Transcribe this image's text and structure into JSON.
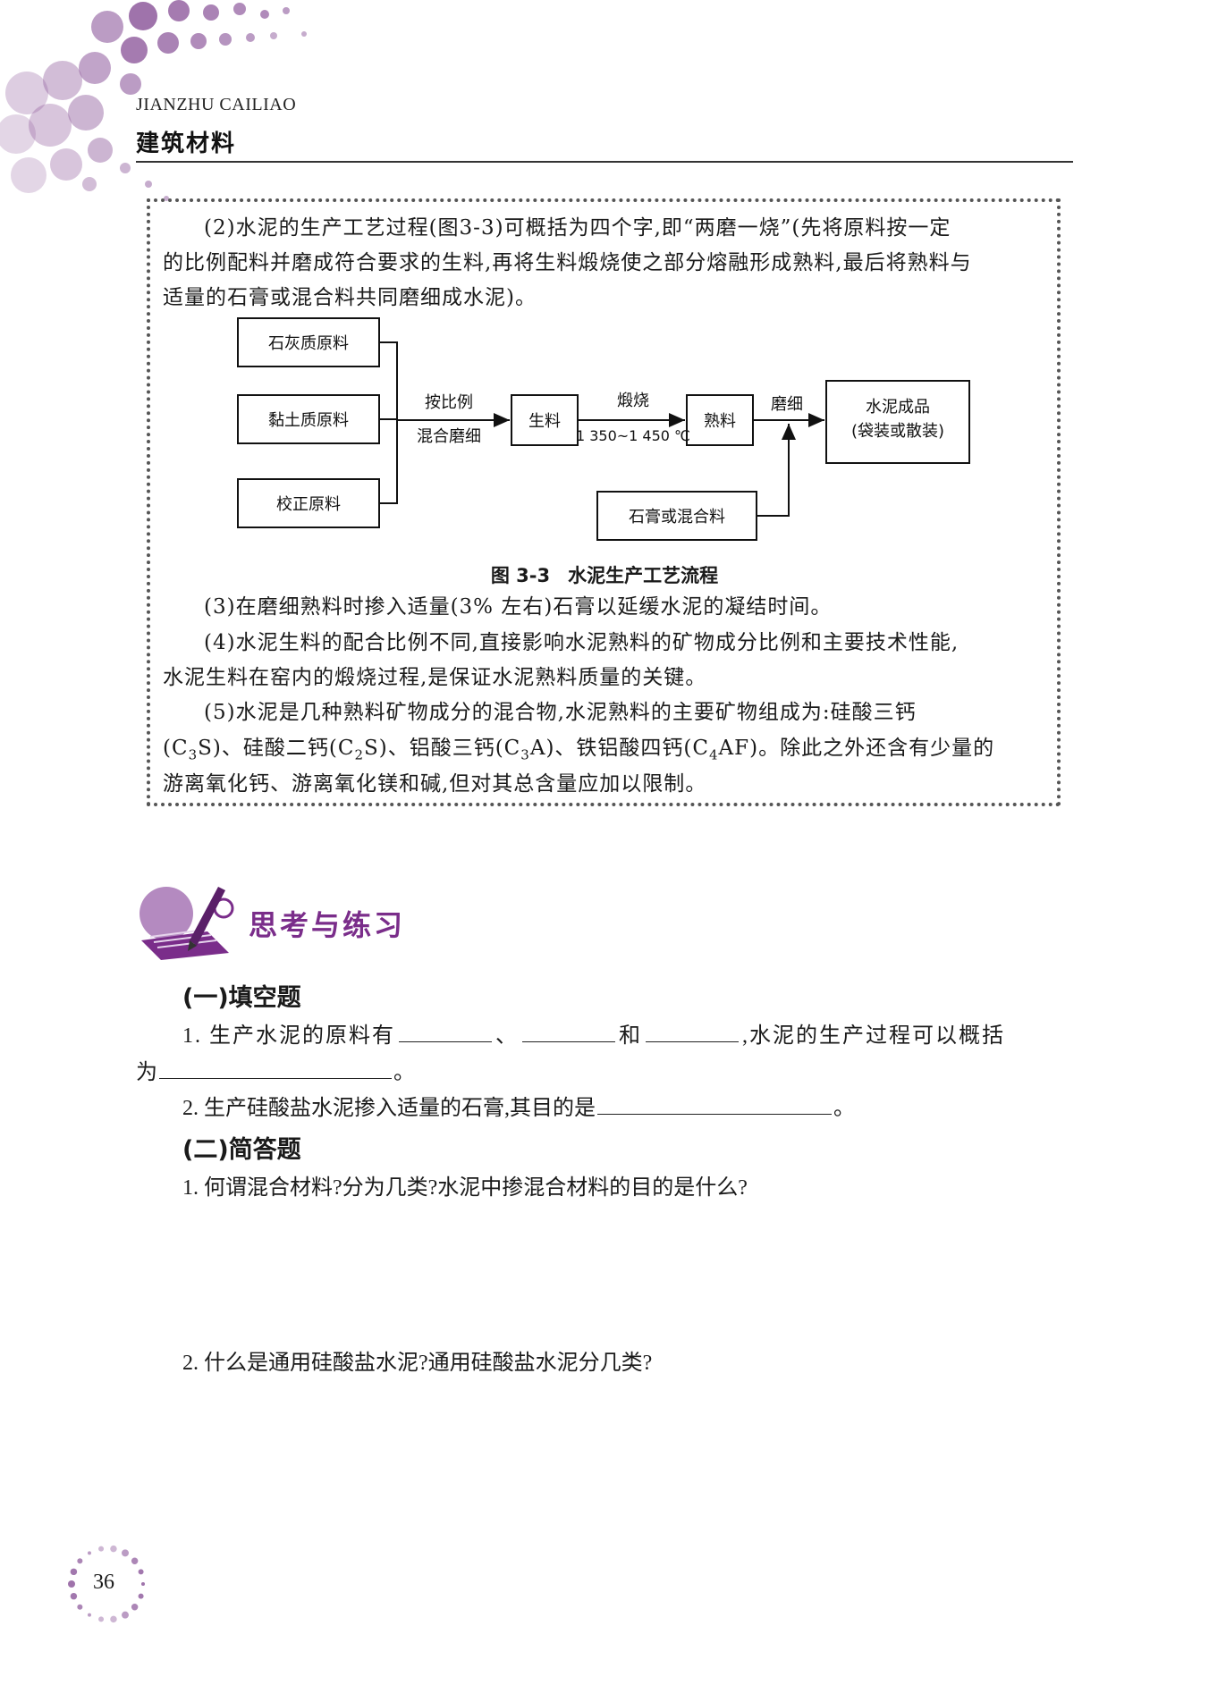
{
  "header": {
    "title_en": "JIANZHU CAILIAO",
    "title_cn": "建筑材料"
  },
  "box": {
    "p2": {
      "line1": "(2)水泥的生产工艺过程(图3-3)可概括为四个字,即“两磨一烧”(先将原料按一定",
      "line2": "的比例配料并磨成符合要求的生料,再将生料煅烧使之部分熔融形成熟料,最后将熟料与",
      "line3": "适量的石膏或混合料共同磨细成水泥)。"
    },
    "flowchart": {
      "raw1": "石灰质原料",
      "raw2": "黏土质原料",
      "raw3": "校正原料",
      "step1_top": "按比例",
      "step1_bottom": "混合磨细",
      "node_raw_meal": "生料",
      "step2_top": "煅烧",
      "step2_bottom": "1 350~1 450 ℃",
      "node_clinker": "熟料",
      "step3": "磨细",
      "node_product_1": "水泥成品",
      "node_product_2": "(袋装或散装)",
      "node_gypsum": "石膏或混合料"
    },
    "figure_caption": {
      "number": "图 3-3",
      "title": "水泥生产工艺流程"
    },
    "p3": "(3)在磨细熟料时掺入适量(3% 左右)石膏以延缓水泥的凝结时间。",
    "p4": {
      "line1": "(4)水泥生料的配合比例不同,直接影响水泥熟料的矿物成分比例和主要技术性能,",
      "line2": "水泥生料在窑内的煅烧过程,是保证水泥熟料质量的关键。"
    },
    "p5": {
      "line1": "(5)水泥是几种熟料矿物成分的混合物,水泥熟料的主要矿物组成为:硅酸三钙",
      "l2_a": "(C",
      "l2_s1": "3",
      "l2_b": "S)、硅酸二钙(C",
      "l2_s2": "2",
      "l2_c": "S)、铝酸三钙(C",
      "l2_s3": "3",
      "l2_d": "A)、铁铝酸四钙(C",
      "l2_s4": "4",
      "l2_e": "AF)。除此之外还含有少量的",
      "line3": "游离氧化钙、游离氧化镁和碱,但对其总含量应加以限制。"
    }
  },
  "exercises": {
    "section_title": "思考与练习",
    "part1": {
      "heading": "(一)填空题",
      "q1_a": "1. 生产水泥的原料有",
      "q1_sep1": "、",
      "q1_sep2": "和",
      "q1_b": ",水泥的生产过程可以概括",
      "q1_c": "为",
      "q1_end": "。",
      "q2_a": "2. 生产硅酸盐水泥掺入适量的石膏,其目的是",
      "q2_end": "。"
    },
    "part2": {
      "heading": "(二)简答题",
      "q1": "1. 何谓混合材料?分为几类?水泥中掺混合材料的目的是什么?",
      "q2": "2. 什么是通用硅酸盐水泥?通用硅酸盐水泥分几类?"
    }
  },
  "page_number": "36",
  "colors": {
    "accent_purple": "#7a2d8a",
    "light_purple": "#b48ac0"
  }
}
